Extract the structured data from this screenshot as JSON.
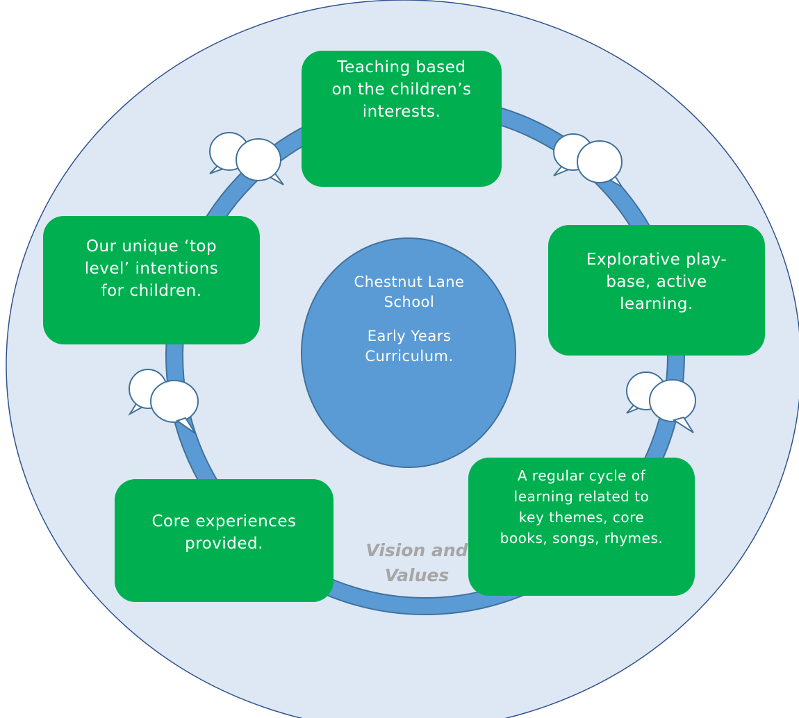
{
  "diagram": {
    "center": {
      "line1": "Chestnut Lane",
      "line2": "School",
      "line3": "Early Years",
      "line4": "Curriculum."
    },
    "boxes": {
      "top": [
        "Teaching based",
        "on the children’s",
        "interests."
      ],
      "right": [
        "Explorative play-",
        "base, active",
        "learning."
      ],
      "bottom_right": [
        "A regular cycle of",
        "learning related to",
        "key themes, core",
        "books, songs, rhymes."
      ],
      "bottom_left": [
        "Core experiences",
        "provided."
      ],
      "left": [
        "Our unique ‘top",
        "level’ intentions",
        "for children."
      ]
    },
    "outer_label": [
      "Vision and",
      "Values"
    ],
    "colors": {
      "outer_circle_fill": "#dee8f4",
      "outer_circle_stroke": "#2f528f",
      "ring": "#5b9bd5",
      "ring_edge": "#41719c",
      "center_circle": "#5b9bd5",
      "box_fill": "#00b050",
      "box_text": "#ffffff",
      "label_text": "#a6a6a6",
      "bubble_fill": "#ffffff",
      "bubble_stroke": "#41719c"
    },
    "icons": [
      "speech-bubbles-icon"
    ]
  }
}
